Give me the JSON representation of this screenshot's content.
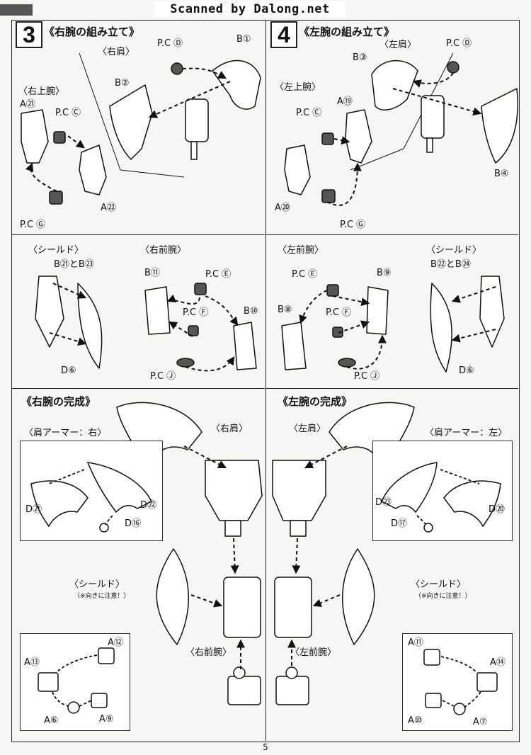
{
  "scan_banner": "Scanned by Dalong.net",
  "corner_tag": "",
  "page_number": "5",
  "step3": {
    "number": "3",
    "title": "《右腕の組み立て》",
    "labels": {
      "right_shoulder": "〈右肩〉",
      "right_upper_arm": "〈右上腕〉",
      "pc_d": "P.C Ⓓ",
      "b1": "B①",
      "b2": "B②",
      "a21": "A㉑",
      "pc_c": "P.C Ⓒ",
      "a22": "A㉒",
      "pc_g": "P.C Ⓖ",
      "shield": "〈シールド〉",
      "b21_b23": "B㉑とB㉓",
      "d6": "D⑥",
      "right_forearm": "〈右前腕〉",
      "b11": "B⑪",
      "pc_e": "P.C Ⓔ",
      "pc_f": "P.C Ⓕ",
      "b10": "B⑩",
      "pc_j": "P.C Ⓙ"
    }
  },
  "step4": {
    "number": "4",
    "title": "《左腕の組み立て》",
    "labels": {
      "left_shoulder": "〈左肩〉",
      "b3": "B③",
      "pc_d": "P.C Ⓓ",
      "left_upper_arm": "〈左上腕〉",
      "a19": "A⑲",
      "pc_c": "P.C Ⓒ",
      "b4": "B④",
      "a20": "A⑳",
      "pc_g": "P.C Ⓖ",
      "left_forearm": "〈左前腕〉",
      "pc_e": "P.C Ⓔ",
      "b9": "B⑨",
      "b8": "B⑧",
      "pc_f": "P.C Ⓕ",
      "pc_j": "P.C Ⓙ",
      "shield": "〈シールド〉",
      "b22_b24": "B㉒とB㉔",
      "d6": "D⑥"
    }
  },
  "right_complete": {
    "title": "《右腕の完成》",
    "labels": {
      "right_shoulder": "〈右肩〉",
      "shoulder_armor": "〈肩アーマー：右〉",
      "d21": "D㉑",
      "d22": "D㉒",
      "d16": "D⑯",
      "shield": "〈シールド〉",
      "orientation_note": "（※向きに注意！）",
      "right_forearm": "〈右前腕〉",
      "a12": "A⑫",
      "a13": "A⑬",
      "a6": "A⑥",
      "a9": "A⑨"
    }
  },
  "left_complete": {
    "title": "《左腕の完成》",
    "labels": {
      "left_shoulder": "〈左肩〉",
      "shoulder_armor": "〈肩アーマー：左〉",
      "d23": "D㉓",
      "d20": "D⑳",
      "d17": "D⑰",
      "shield": "〈シールド〉",
      "orientation_note": "（※向きに注意！）",
      "left_forearm": "〈左前腕〉",
      "a11": "A⑪",
      "a14": "A⑭",
      "a10": "A⑩",
      "a7": "A⑦"
    }
  },
  "colors": {
    "ink": "#111111",
    "paper": "#f6f6f4",
    "part_fill": "#ffffff",
    "pc_fill": "#555555"
  }
}
